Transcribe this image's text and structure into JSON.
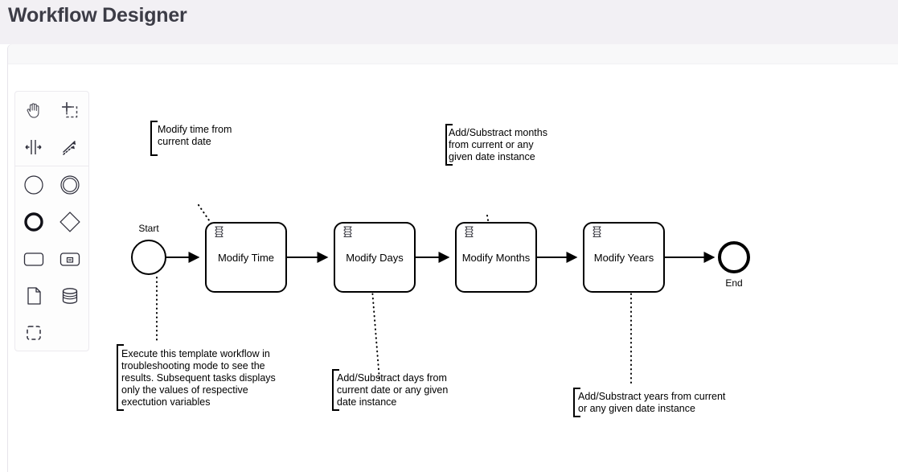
{
  "header": {
    "title": "Workflow Designer"
  },
  "palette": {
    "tools": [
      {
        "name": "hand-tool",
        "label": "Activate the hand tool"
      },
      {
        "name": "lasso-tool",
        "label": "Activate the lasso tool"
      },
      {
        "name": "space-tool",
        "label": "Activate the create/remove space tool"
      },
      {
        "name": "global-connect-tool",
        "label": "Activate the global connect tool"
      }
    ],
    "elements": [
      {
        "name": "start-event",
        "label": "Create StartEvent"
      },
      {
        "name": "intermediate-event",
        "label": "Create Intermediate/Boundary Event"
      },
      {
        "name": "end-event",
        "label": "Create EndEvent"
      },
      {
        "name": "exclusive-gateway",
        "label": "Create Gateway"
      },
      {
        "name": "task",
        "label": "Create Task"
      },
      {
        "name": "subprocess-collapsed",
        "label": "Create collapsed Sub Process"
      },
      {
        "name": "data-object",
        "label": "Create DataObjectReference"
      },
      {
        "name": "data-store",
        "label": "Create DataStoreReference"
      },
      {
        "name": "participant",
        "label": "Create Pool/Participant"
      }
    ]
  },
  "diagram": {
    "events": [
      {
        "id": "start",
        "label": "Start",
        "type": "start-event"
      },
      {
        "id": "end",
        "label": "End",
        "type": "end-event"
      }
    ],
    "tasks": [
      {
        "id": "modify-time",
        "label": "Modify Time",
        "icon": "script-task-icon"
      },
      {
        "id": "modify-days",
        "label": "Modify Days",
        "icon": "script-task-icon"
      },
      {
        "id": "modify-months",
        "label": "Modify Months",
        "icon": "script-task-icon"
      },
      {
        "id": "modify-years",
        "label": "Modify Years",
        "icon": "script-task-icon"
      }
    ],
    "annotations": [
      {
        "id": "annot-time",
        "target": "modify-time",
        "lines": [
          "Modify time from",
          "current date"
        ]
      },
      {
        "id": "annot-months",
        "target": "modify-months",
        "lines": [
          "Add/Substract months",
          "from current or any",
          "given date instance"
        ]
      },
      {
        "id": "annot-start",
        "target": "start",
        "lines": [
          "Execute this template workflow in",
          "troubleshooting mode to see the",
          "results. Subsequent tasks displays",
          "only the values of respective",
          "exectution variables"
        ]
      },
      {
        "id": "annot-days",
        "target": "modify-days",
        "lines": [
          "Add/Substract days from",
          "current date or any given",
          "date instance"
        ]
      },
      {
        "id": "annot-years",
        "target": "modify-years",
        "lines": [
          "Add/Substract years from current",
          "or any given date instance"
        ]
      }
    ],
    "flows": [
      {
        "from": "start",
        "to": "modify-time"
      },
      {
        "from": "modify-time",
        "to": "modify-days"
      },
      {
        "from": "modify-days",
        "to": "modify-months"
      },
      {
        "from": "modify-months",
        "to": "modify-years"
      },
      {
        "from": "modify-years",
        "to": "end"
      }
    ]
  },
  "colors": {
    "page_background": "#ffffff",
    "header_background": "#f2f0f4",
    "title_text": "#3c3c46",
    "canvas_background": "#ffffff",
    "palette_background": "#fdfdfd",
    "palette_border": "#eceaef",
    "stroke": "#000000",
    "toolbar_strip": "#f8f8f9"
  }
}
